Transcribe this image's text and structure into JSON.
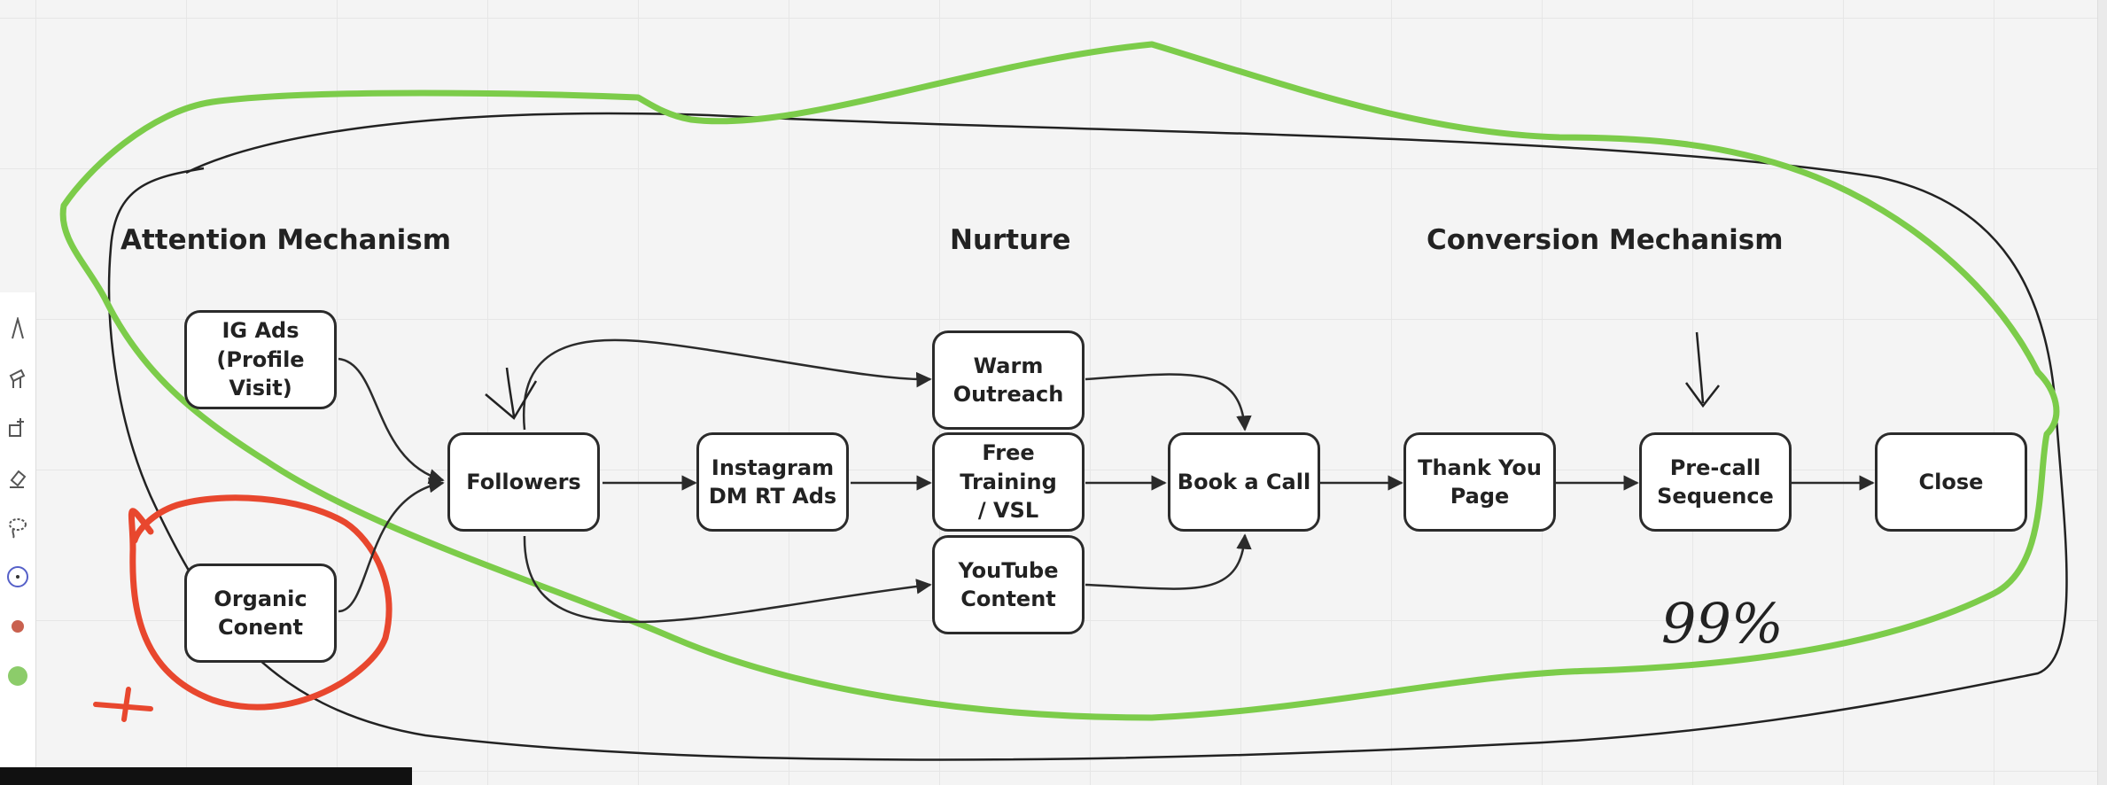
{
  "sections": {
    "attention": "Attention Mechanism",
    "nurture": "Nurture",
    "conversion": "Conversion Mechanism"
  },
  "nodes": {
    "ig_ads": "IG Ads\n(Profile Visit)",
    "organic": "Organic\nConent",
    "followers": "Followers",
    "instagram_dm": "Instagram\nDM RT Ads",
    "warm_outreach": "Warm\nOutreach",
    "free_training": "Free Training\n/ VSL",
    "youtube": "YouTube\nContent",
    "book_call": "Book a Call",
    "thank_you": "Thank You\nPage",
    "precall": "Pre-call\nSequence",
    "close": "Close"
  },
  "annotations": {
    "handwritten_percent": "99%",
    "plus_sign": "+"
  },
  "colors": {
    "green_outline": "#7ccc4a",
    "red_outline": "#e8472e",
    "ink": "#2b2b2b"
  },
  "toolbar": {
    "icons": [
      "pen-icon",
      "highlighter-icon",
      "shapes-icon",
      "eraser-icon",
      "lasso-icon",
      "color-picker-icon",
      "red-color-swatch",
      "green-color-swatch"
    ]
  }
}
